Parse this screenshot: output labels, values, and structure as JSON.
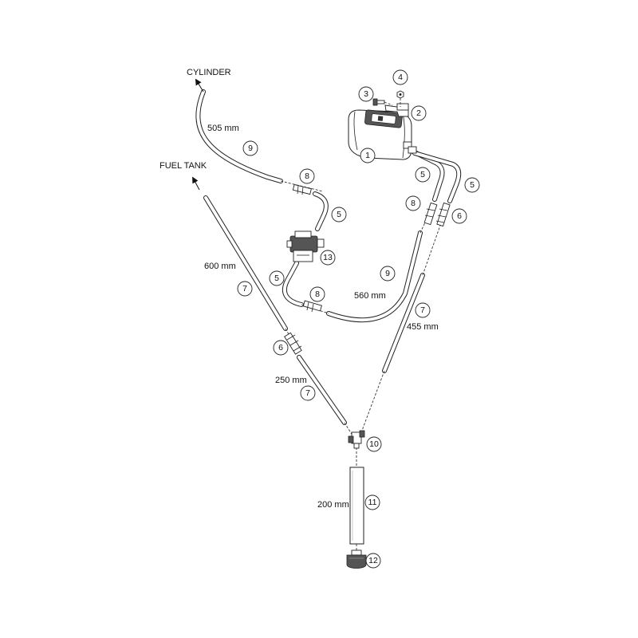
{
  "labels": {
    "cylinder": "CYLINDER",
    "fuel_tank": "FUEL TANK"
  },
  "dimensions": {
    "d505": "505 mm",
    "d600": "600 mm",
    "d560": "560 mm",
    "d455": "455 mm",
    "d250": "250 mm",
    "d200": "200 mm"
  },
  "callouts": {
    "c1": "1",
    "c2": "2",
    "c3": "3",
    "c4": "4",
    "c5a": "5",
    "c5b": "5",
    "c5c": "5",
    "c5d": "5",
    "c6a": "6",
    "c6b": "6",
    "c7a": "7",
    "c7b": "7",
    "c7c": "7",
    "c8a": "8",
    "c8b": "8",
    "c8c": "8",
    "c9a": "9",
    "c9b": "9",
    "c10": "10",
    "c11": "11",
    "c12": "12",
    "c13": "13"
  }
}
